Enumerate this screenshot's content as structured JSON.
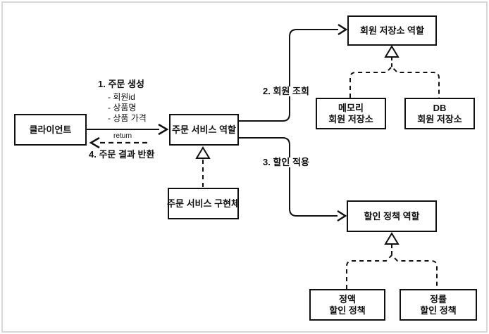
{
  "diagram": {
    "title_semantic": "order-service-role-architecture",
    "nodes": {
      "client": {
        "label": "클라이언트"
      },
      "order_service_role": {
        "label": "주문 서비스 역할"
      },
      "order_service_impl": {
        "label": "주문 서비스 구현체"
      },
      "member_repo_role": {
        "label": "회원 저장소 역할"
      },
      "memory_member_repo": {
        "line1": "메모리",
        "line2": "회원 저장소"
      },
      "db_member_repo": {
        "line1": "DB",
        "line2": "회원 저장소"
      },
      "discount_policy_role": {
        "label": "할인 정책 역할"
      },
      "fixed_discount_policy": {
        "line1": "정액",
        "line2": "할인 정책"
      },
      "rate_discount_policy": {
        "line1": "정률",
        "line2": "할인 정책"
      }
    },
    "labels": {
      "step1": "1. 주문 생성",
      "step1_items": [
        "- 회원id",
        "- 상품명",
        "- 상품 가격"
      ],
      "step2": "2. 회원 조회",
      "step3": "3. 할인 적용",
      "step4": "4. 주문 결과 반환",
      "return_label": "return"
    },
    "colors": {
      "line": "#111111",
      "box_border": "#111111",
      "frame_border": "#d8d8d8",
      "background": "#ffffff"
    }
  }
}
